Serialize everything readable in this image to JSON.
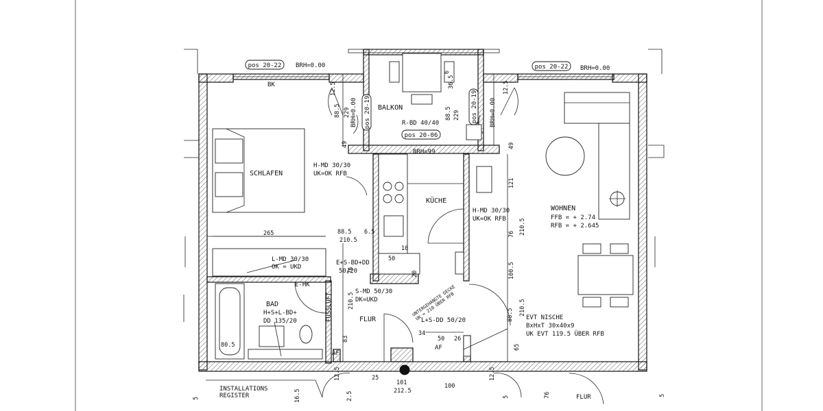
{
  "positions": {
    "top_left": "pos 20-22",
    "top_right": "pos 20-22",
    "balcony_left": "pos 20-19",
    "balcony_right": "pos 20-19",
    "balcony_bottom": "pos 20-06"
  },
  "brh": {
    "top_left": "BRH=0.00",
    "top_right": "BRH=0.00",
    "balcony_left": "BRH=0.00",
    "balcony_right": "BRH=0.00",
    "balcony_sill": "BRH=99"
  },
  "rooms": {
    "schlafen": "SCHLAFEN",
    "balkon": "BALKON",
    "kueche": "KÜCHE",
    "wohnen": "WOHNEN",
    "bad": "BAD",
    "flur": "FLUR",
    "installations": "INSTALLATIONS",
    "register": "REGISTER"
  },
  "notes": {
    "r_bd": "R-BD 40/40",
    "hmd_left_1": "H-MD 30/30",
    "hmd_left_2": "UK=OK RFB",
    "hmd_right_1": "H-MD 30/30",
    "hmd_right_2": "UK=OK RFB",
    "wohnen_ffb": "FFB = + 2.74",
    "wohnen_rfb": "RFB = + 2.645",
    "lmd_1": "L-MD 30/30",
    "lmd_2": "OK = UKD",
    "esbd_1": "E+S-BD+DD",
    "esbd_2": "50/20",
    "smd_1": "S-MD 50/30",
    "smd_2": "DK=UKD",
    "bad_1": "H+S+L-BD+",
    "bad_2": "DD 135/20",
    "ehk": "E-HK",
    "evt_1": "EVT NISCHE",
    "evt_2": "BxHxT 30x40x9",
    "evt_3": "UK EVT 119.5 ÜBER RFB",
    "lsdd": "L+S-DD 50/20",
    "unterg_1": "UNTERGEHANGTE DECKE",
    "unterg_2": "UK = 210 ÜBER RFB",
    "fussluft": "FUSSLUFT",
    "af_1": "AF",
    "af_2": "AF",
    "bk_left": "BK",
    "flur_bottom": "FLUR"
  },
  "dimensions": {
    "d265": "265",
    "d88_5_a": "88.5",
    "d210_5_a": "210.5",
    "d6_5": "6.5",
    "d50": "50",
    "d10": "10",
    "d20": "20",
    "d76": "76",
    "d210_5_b": "210.5",
    "d100_5": "100.5",
    "d121": "121",
    "d49_a": "49",
    "d49_b": "49",
    "d88_5_b": "88.5",
    "d229_a": "229",
    "d12_5_a": "12.5",
    "d88_5_c": "88.5",
    "d229_b": "229",
    "d36_5": "36.5",
    "d6": "6",
    "d12_5_b": "12.5",
    "d76_b": "76",
    "d210_5_c": "210.5",
    "d88_5_d": "88.5",
    "d65": "65",
    "d210_5_d": "210.5",
    "d83": "83",
    "d80_5": "80.5",
    "d101": "101",
    "d212_5": "212.5",
    "d100": "100",
    "d25": "25",
    "d34": "34",
    "d50_b": "50",
    "d26": "26",
    "d16_5": "16.5",
    "d12_5_c": "12.5",
    "d5_a": "5",
    "d5_b": "5",
    "d5_c": "5",
    "d76_c": "76",
    "d12_5_d": "12.5",
    "d2_5": "2.5"
  }
}
